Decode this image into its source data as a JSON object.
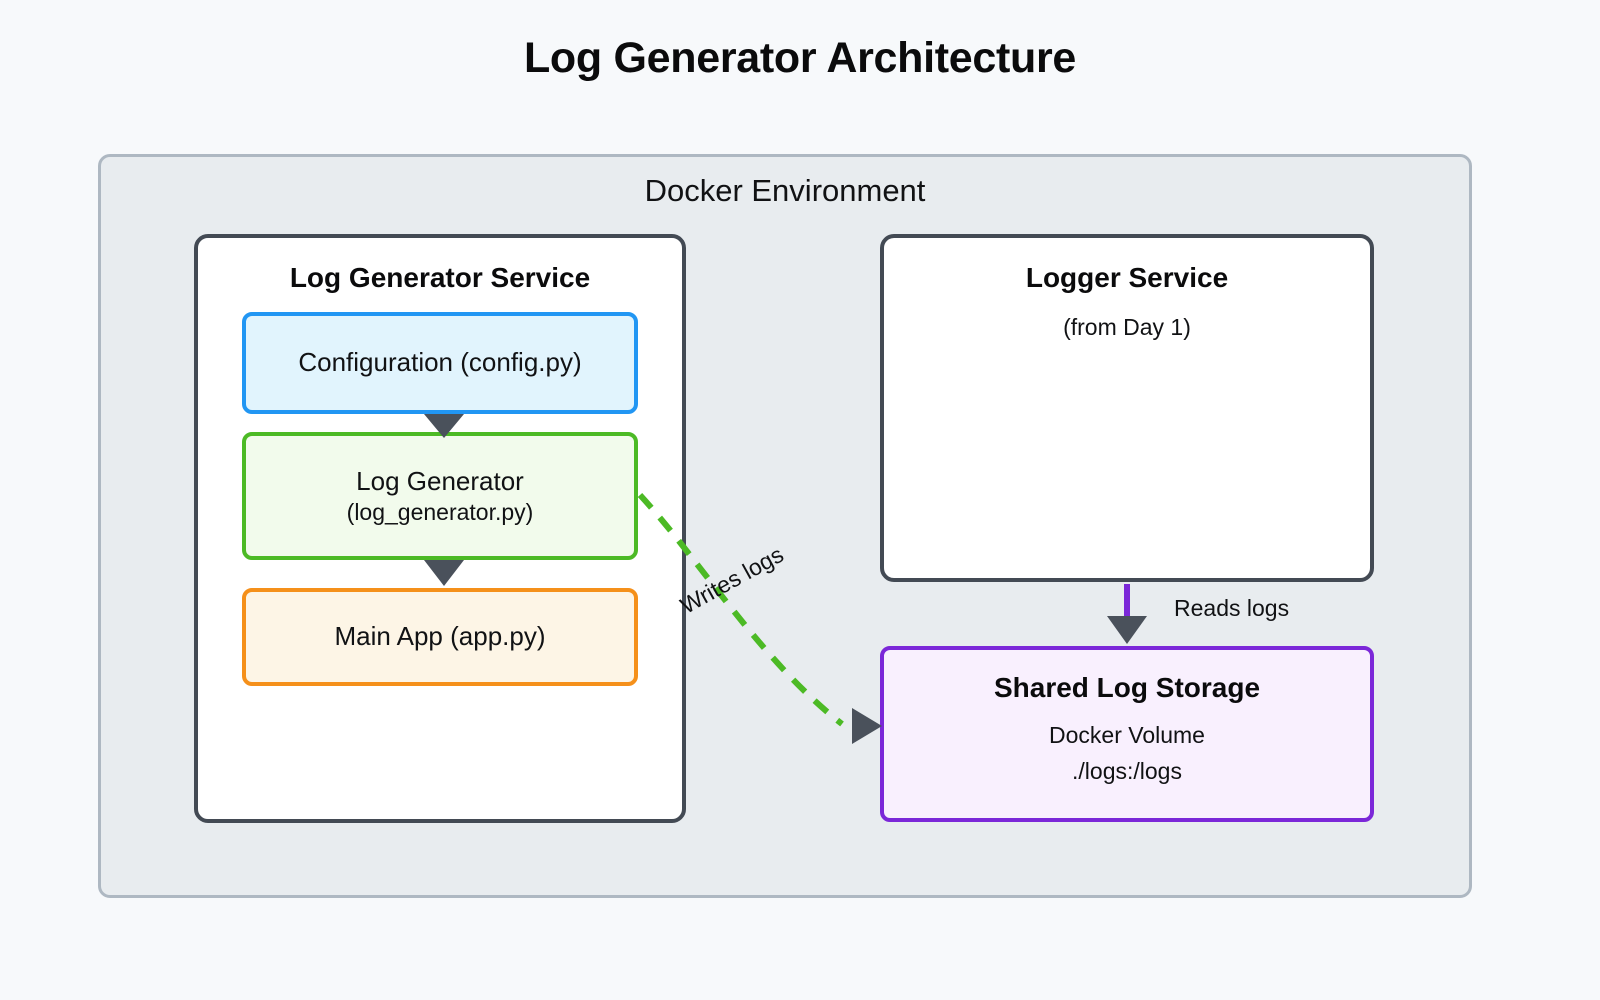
{
  "title": "Log Generator Architecture",
  "container": {
    "label": "Docker Environment"
  },
  "services": {
    "log_generator": {
      "title": "Log Generator Service",
      "nodes": [
        {
          "name": "configuration",
          "line1": "Configuration (config.py)",
          "line2": "",
          "border_color": "#2196F3",
          "fill_color": "#E1F4FD"
        },
        {
          "name": "log-generator",
          "line1": "Log Generator",
          "line2": "(log_generator.py)",
          "border_color": "#4CBA25",
          "fill_color": "#F2FBEC"
        },
        {
          "name": "main-app",
          "line1": "Main App (app.py)",
          "line2": "",
          "border_color": "#F5901A",
          "fill_color": "#FDF5E6"
        }
      ]
    },
    "logger": {
      "title": "Logger Service",
      "subtitle": "(from Day 1)"
    }
  },
  "storage": {
    "title": "Shared Log Storage",
    "line1": "Docker Volume",
    "line2": "./logs:/logs",
    "border_color": "#7B27D8",
    "fill_color": "#F9F0FE"
  },
  "edges": {
    "writes_logs": {
      "label": "Writes logs",
      "style": "dashed",
      "color": "#4CBA25"
    },
    "reads_logs": {
      "label": "Reads logs",
      "style": "solid",
      "color": "#7B27D8"
    }
  },
  "colors": {
    "page_background": "#F7F9FB",
    "container_background": "#E8ECEF",
    "container_border": "#AEB8C2",
    "service_border": "#434A54",
    "arrowhead": "#4A515B"
  }
}
